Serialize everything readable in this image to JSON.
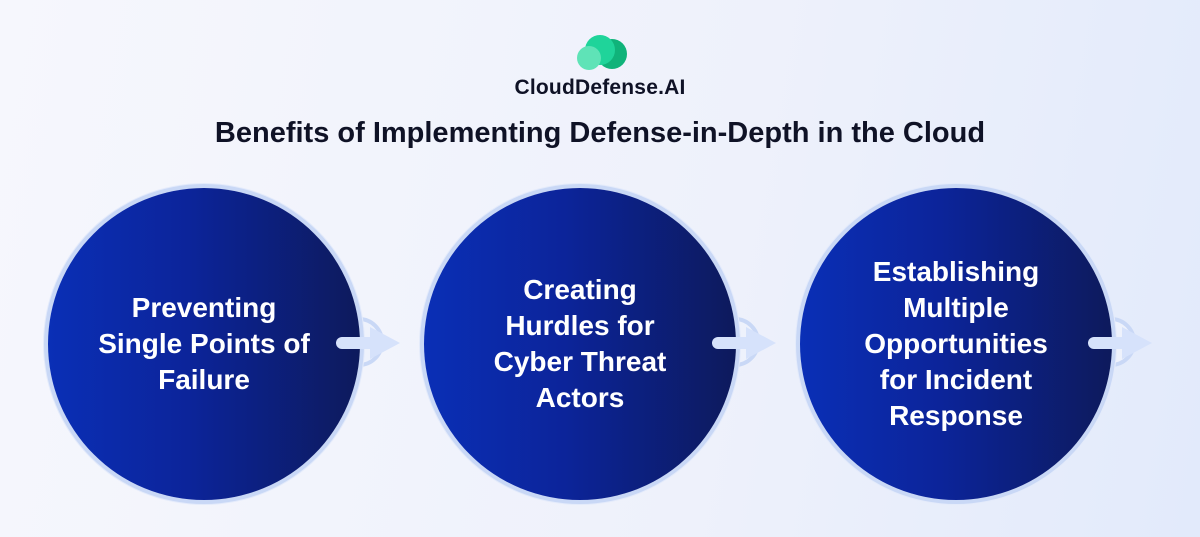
{
  "brand": {
    "name": "CloudDefense.AI",
    "logo": "cloud-logo-icon"
  },
  "title": "Benefits of Implementing Defense-in-Depth in the Cloud",
  "steps": [
    {
      "label": "Preventing Single Points of Failure"
    },
    {
      "label": "Creating Hurdles for Cyber Threat Actors"
    },
    {
      "label": "Establishing Multiple Opportunities for Incident Response"
    }
  ],
  "colors": {
    "circle_start": "#0a2fb6",
    "circle_end": "#0d1a5c",
    "logo_green": "#1fd49a",
    "arrow": "#d6e2fb"
  }
}
